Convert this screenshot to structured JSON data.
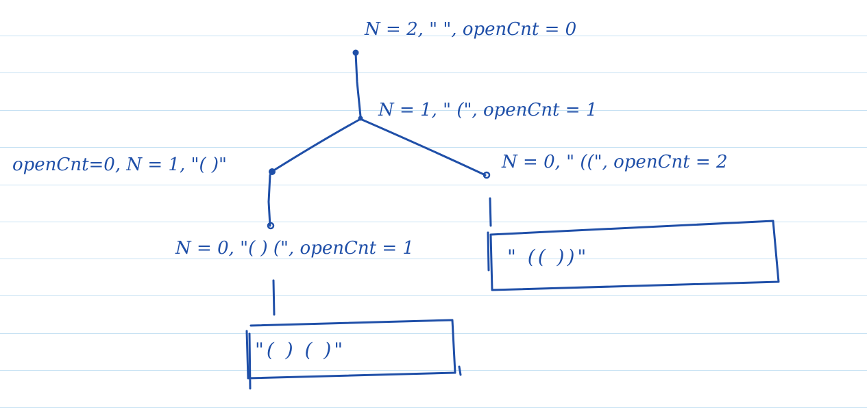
{
  "colors": {
    "ink": "#1f4fa8",
    "ruled_line": "#c6e1f3",
    "paper": "#ffffff"
  },
  "nodes": {
    "root": "N = 2, \" \", openCnt = 0",
    "level1": "N = 1, \" (\", openCnt = 1",
    "left": "openCnt=0, N = 1, \"( )\"",
    "right": "N = 0, \" ((\", openCnt = 2",
    "left_child": "N = 0, \"( ) (\", openCnt = 1"
  },
  "results": {
    "right_box": "\" (( ))\"",
    "left_box": "\"( ) ( )\""
  }
}
